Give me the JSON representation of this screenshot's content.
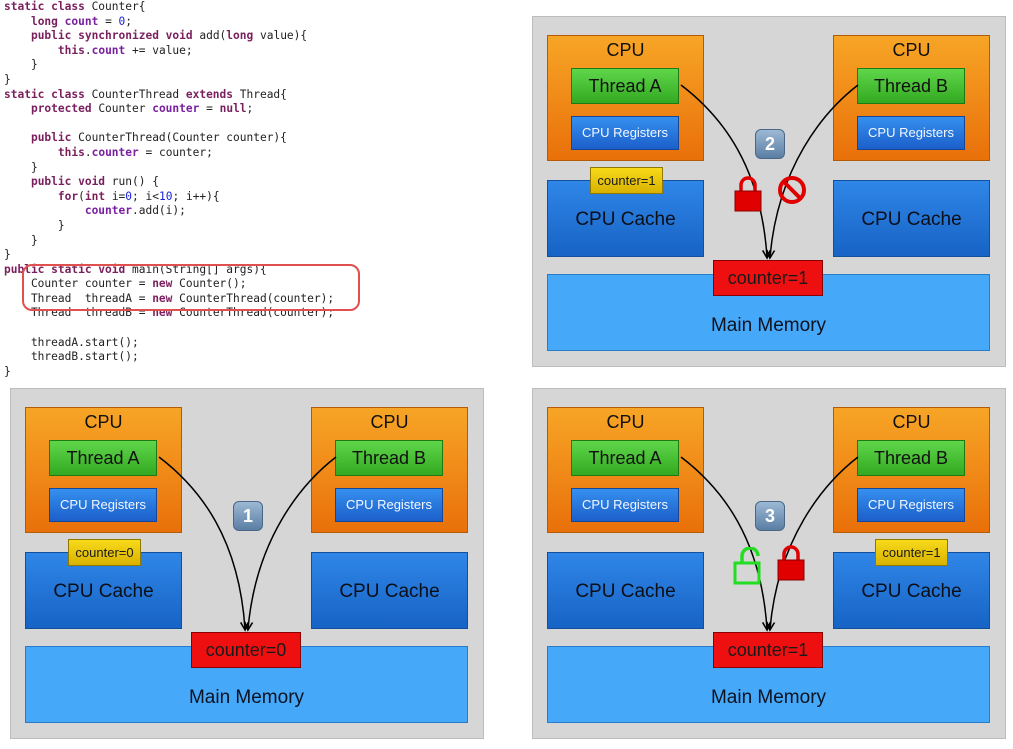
{
  "code": {
    "lines": [
      [
        [
          "kw",
          "static class "
        ],
        [
          "t",
          "Counter{"
        ]
      ],
      [
        [
          "t",
          "    "
        ],
        [
          "kw",
          "long "
        ],
        [
          "fld",
          "count"
        ],
        [
          "t",
          " = "
        ],
        [
          "num",
          "0"
        ],
        [
          "t",
          ";"
        ]
      ],
      [
        [
          "t",
          "    "
        ],
        [
          "kw",
          "public synchronized void "
        ],
        [
          "t",
          "add("
        ],
        [
          "kw",
          "long "
        ],
        [
          "t",
          "value){"
        ]
      ],
      [
        [
          "t",
          "        "
        ],
        [
          "kw",
          "this"
        ],
        [
          "t",
          "."
        ],
        [
          "fld",
          "count"
        ],
        [
          "t",
          " += value;"
        ]
      ],
      [
        [
          "t",
          "    }"
        ]
      ],
      [
        [
          "t",
          "}"
        ]
      ],
      [
        [
          "kw",
          "static class "
        ],
        [
          "t",
          "CounterThread "
        ],
        [
          "kw",
          "extends "
        ],
        [
          "t",
          "Thread{"
        ]
      ],
      [
        [
          "t",
          "    "
        ],
        [
          "kw",
          "protected "
        ],
        [
          "t",
          "Counter "
        ],
        [
          "fld",
          "counter"
        ],
        [
          "t",
          " = "
        ],
        [
          "kw",
          "null"
        ],
        [
          "t",
          ";"
        ]
      ],
      [
        [
          "t",
          ""
        ]
      ],
      [
        [
          "t",
          "    "
        ],
        [
          "kw",
          "public "
        ],
        [
          "t",
          "CounterThread(Counter counter){"
        ]
      ],
      [
        [
          "t",
          "        "
        ],
        [
          "kw",
          "this"
        ],
        [
          "t",
          "."
        ],
        [
          "fld",
          "counter"
        ],
        [
          "t",
          " = counter;"
        ]
      ],
      [
        [
          "t",
          "    }"
        ]
      ],
      [
        [
          "t",
          "    "
        ],
        [
          "kw",
          "public void "
        ],
        [
          "t",
          "run() {"
        ]
      ],
      [
        [
          "t",
          "        "
        ],
        [
          "kw",
          "for"
        ],
        [
          "t",
          "("
        ],
        [
          "kw",
          "int "
        ],
        [
          "t",
          "i="
        ],
        [
          "num",
          "0"
        ],
        [
          "t",
          "; i<"
        ],
        [
          "num",
          "10"
        ],
        [
          "t",
          "; i++){"
        ]
      ],
      [
        [
          "t",
          "            "
        ],
        [
          "fld",
          "counter"
        ],
        [
          "t",
          ".add(i);"
        ]
      ],
      [
        [
          "t",
          "        }"
        ]
      ],
      [
        [
          "t",
          "    }"
        ]
      ],
      [
        [
          "t",
          "}"
        ]
      ],
      [
        [
          "kw",
          "public static void "
        ],
        [
          "t",
          "main(String[] args){"
        ]
      ],
      [
        [
          "t",
          "    Counter counter = "
        ],
        [
          "kw",
          "new "
        ],
        [
          "t",
          "Counter();"
        ]
      ],
      [
        [
          "t",
          "    Thread  threadA = "
        ],
        [
          "kw",
          "new "
        ],
        [
          "t",
          "CounterThread(counter);"
        ]
      ],
      [
        [
          "t",
          "    Thread  threadB = "
        ],
        [
          "kw",
          "new "
        ],
        [
          "t",
          "CounterThread(counter);"
        ]
      ],
      [
        [
          "t",
          ""
        ]
      ],
      [
        [
          "t",
          "    threadA.start();"
        ]
      ],
      [
        [
          "t",
          "    threadB.start();"
        ]
      ],
      [
        [
          "t",
          "}"
        ]
      ]
    ]
  },
  "panels": [
    {
      "id": "panel-1",
      "step": "1",
      "cpu_a": {
        "title": "CPU",
        "thread": "Thread A",
        "registers": "CPU Registers",
        "cache": "CPU Cache",
        "cache_badge": "counter=0"
      },
      "cpu_b": {
        "title": "CPU",
        "thread": "Thread B",
        "registers": "CPU Registers",
        "cache": "CPU Cache",
        "cache_badge": ""
      },
      "memory": {
        "label": "Main Memory",
        "counter": "counter=0"
      }
    },
    {
      "id": "panel-2",
      "step": "2",
      "cpu_a": {
        "title": "CPU",
        "thread": "Thread A",
        "registers": "CPU Registers",
        "cache": "CPU Cache",
        "cache_badge": "counter=1"
      },
      "cpu_b": {
        "title": "CPU",
        "thread": "Thread B",
        "registers": "CPU Registers",
        "cache": "CPU Cache",
        "cache_badge": ""
      },
      "memory": {
        "label": "Main Memory",
        "counter": "counter=1"
      }
    },
    {
      "id": "panel-3",
      "step": "3",
      "cpu_a": {
        "title": "CPU",
        "thread": "Thread A",
        "registers": "CPU Registers",
        "cache": "CPU Cache",
        "cache_badge": ""
      },
      "cpu_b": {
        "title": "CPU",
        "thread": "Thread B",
        "registers": "CPU Registers",
        "cache": "CPU Cache",
        "cache_badge": "counter=1"
      },
      "memory": {
        "label": "Main Memory",
        "counter": "counter=1"
      }
    }
  ],
  "icons": {
    "panel-2": [
      "padlock-locked-icon",
      "prohibited-icon"
    ],
    "panel-3": [
      "padlock-unlocked-icon",
      "padlock-locked-icon"
    ]
  },
  "colors": {
    "panel_bg": "#d6d6d6",
    "cpu": "#f08a17",
    "thread": "#44bf33",
    "registers": "#2378dc",
    "cache": "#1f72d6",
    "memory": "#46a8f8",
    "counter_memory": "#ee1010",
    "counter_cache": "#f0c90b",
    "lock_red": "#e00000",
    "lock_green": "#22dd22",
    "code_highlight": "#e0504f"
  }
}
